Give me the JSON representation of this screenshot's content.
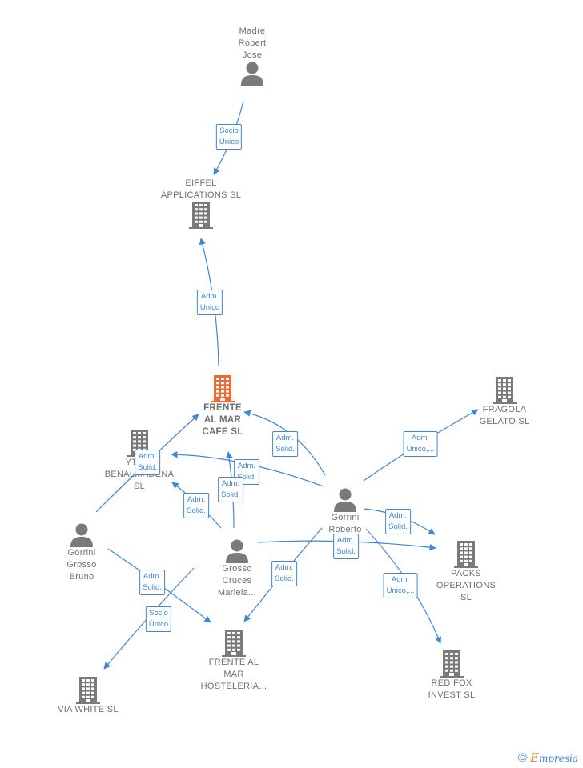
{
  "colors": {
    "edge": "#3d86d9",
    "node": "#7a7a7a",
    "main": "#ef6a33"
  },
  "nodes": [
    {
      "id": "madre",
      "type": "person",
      "label": "Madre\nRobert\nJose"
    },
    {
      "id": "eiffel",
      "type": "building",
      "label": "EIFFEL\nAPPLICATIONS SL"
    },
    {
      "id": "frente",
      "type": "building",
      "label": "FRENTE\nAL MAR\nCAFE  SL",
      "main": true
    },
    {
      "id": "ytaly",
      "type": "building",
      "label": "YTALY\nBENALMADENA\nSL"
    },
    {
      "id": "fragola",
      "type": "building",
      "label": "FRAGOLA\nGELATO SL"
    },
    {
      "id": "gbruno",
      "type": "person",
      "label": "Gorrini\nGrosso\nBruno"
    },
    {
      "id": "grosso",
      "type": "person",
      "label": "Grosso\nCruces\nMariela..."
    },
    {
      "id": "gorrini",
      "type": "person",
      "label": "Gorrini\nRoberto"
    },
    {
      "id": "packs",
      "type": "building",
      "label": "PACKS\nOPERATIONS\nSL"
    },
    {
      "id": "hostel",
      "type": "building",
      "label": "FRENTE AL\nMAR\nHOSTELERIA..."
    },
    {
      "id": "redfox",
      "type": "building",
      "label": "RED FOX\nINVEST  SL"
    },
    {
      "id": "viawhite",
      "type": "building",
      "label": "VIA WHITE  SL"
    }
  ],
  "edge_labels": [
    "Socio\nÚnico",
    "Adm.\nUnico",
    "Adm.\nSolid.",
    "Adm.\nSolid.",
    "Adm.\nUnico,...",
    "Adm.\nSolid.",
    "Adm.\nSolid.",
    "Adm.\nSolid.",
    "Adm.\nSolid.",
    "Adm.\nSolid.",
    "Adm.\nSolid.",
    "Adm.\nUnico,...",
    "Adm.\nSolid.",
    "Socio\nÚnico"
  ],
  "brand": {
    "symbol": "©",
    "name_first": "E",
    "name_rest": "mpresia"
  }
}
